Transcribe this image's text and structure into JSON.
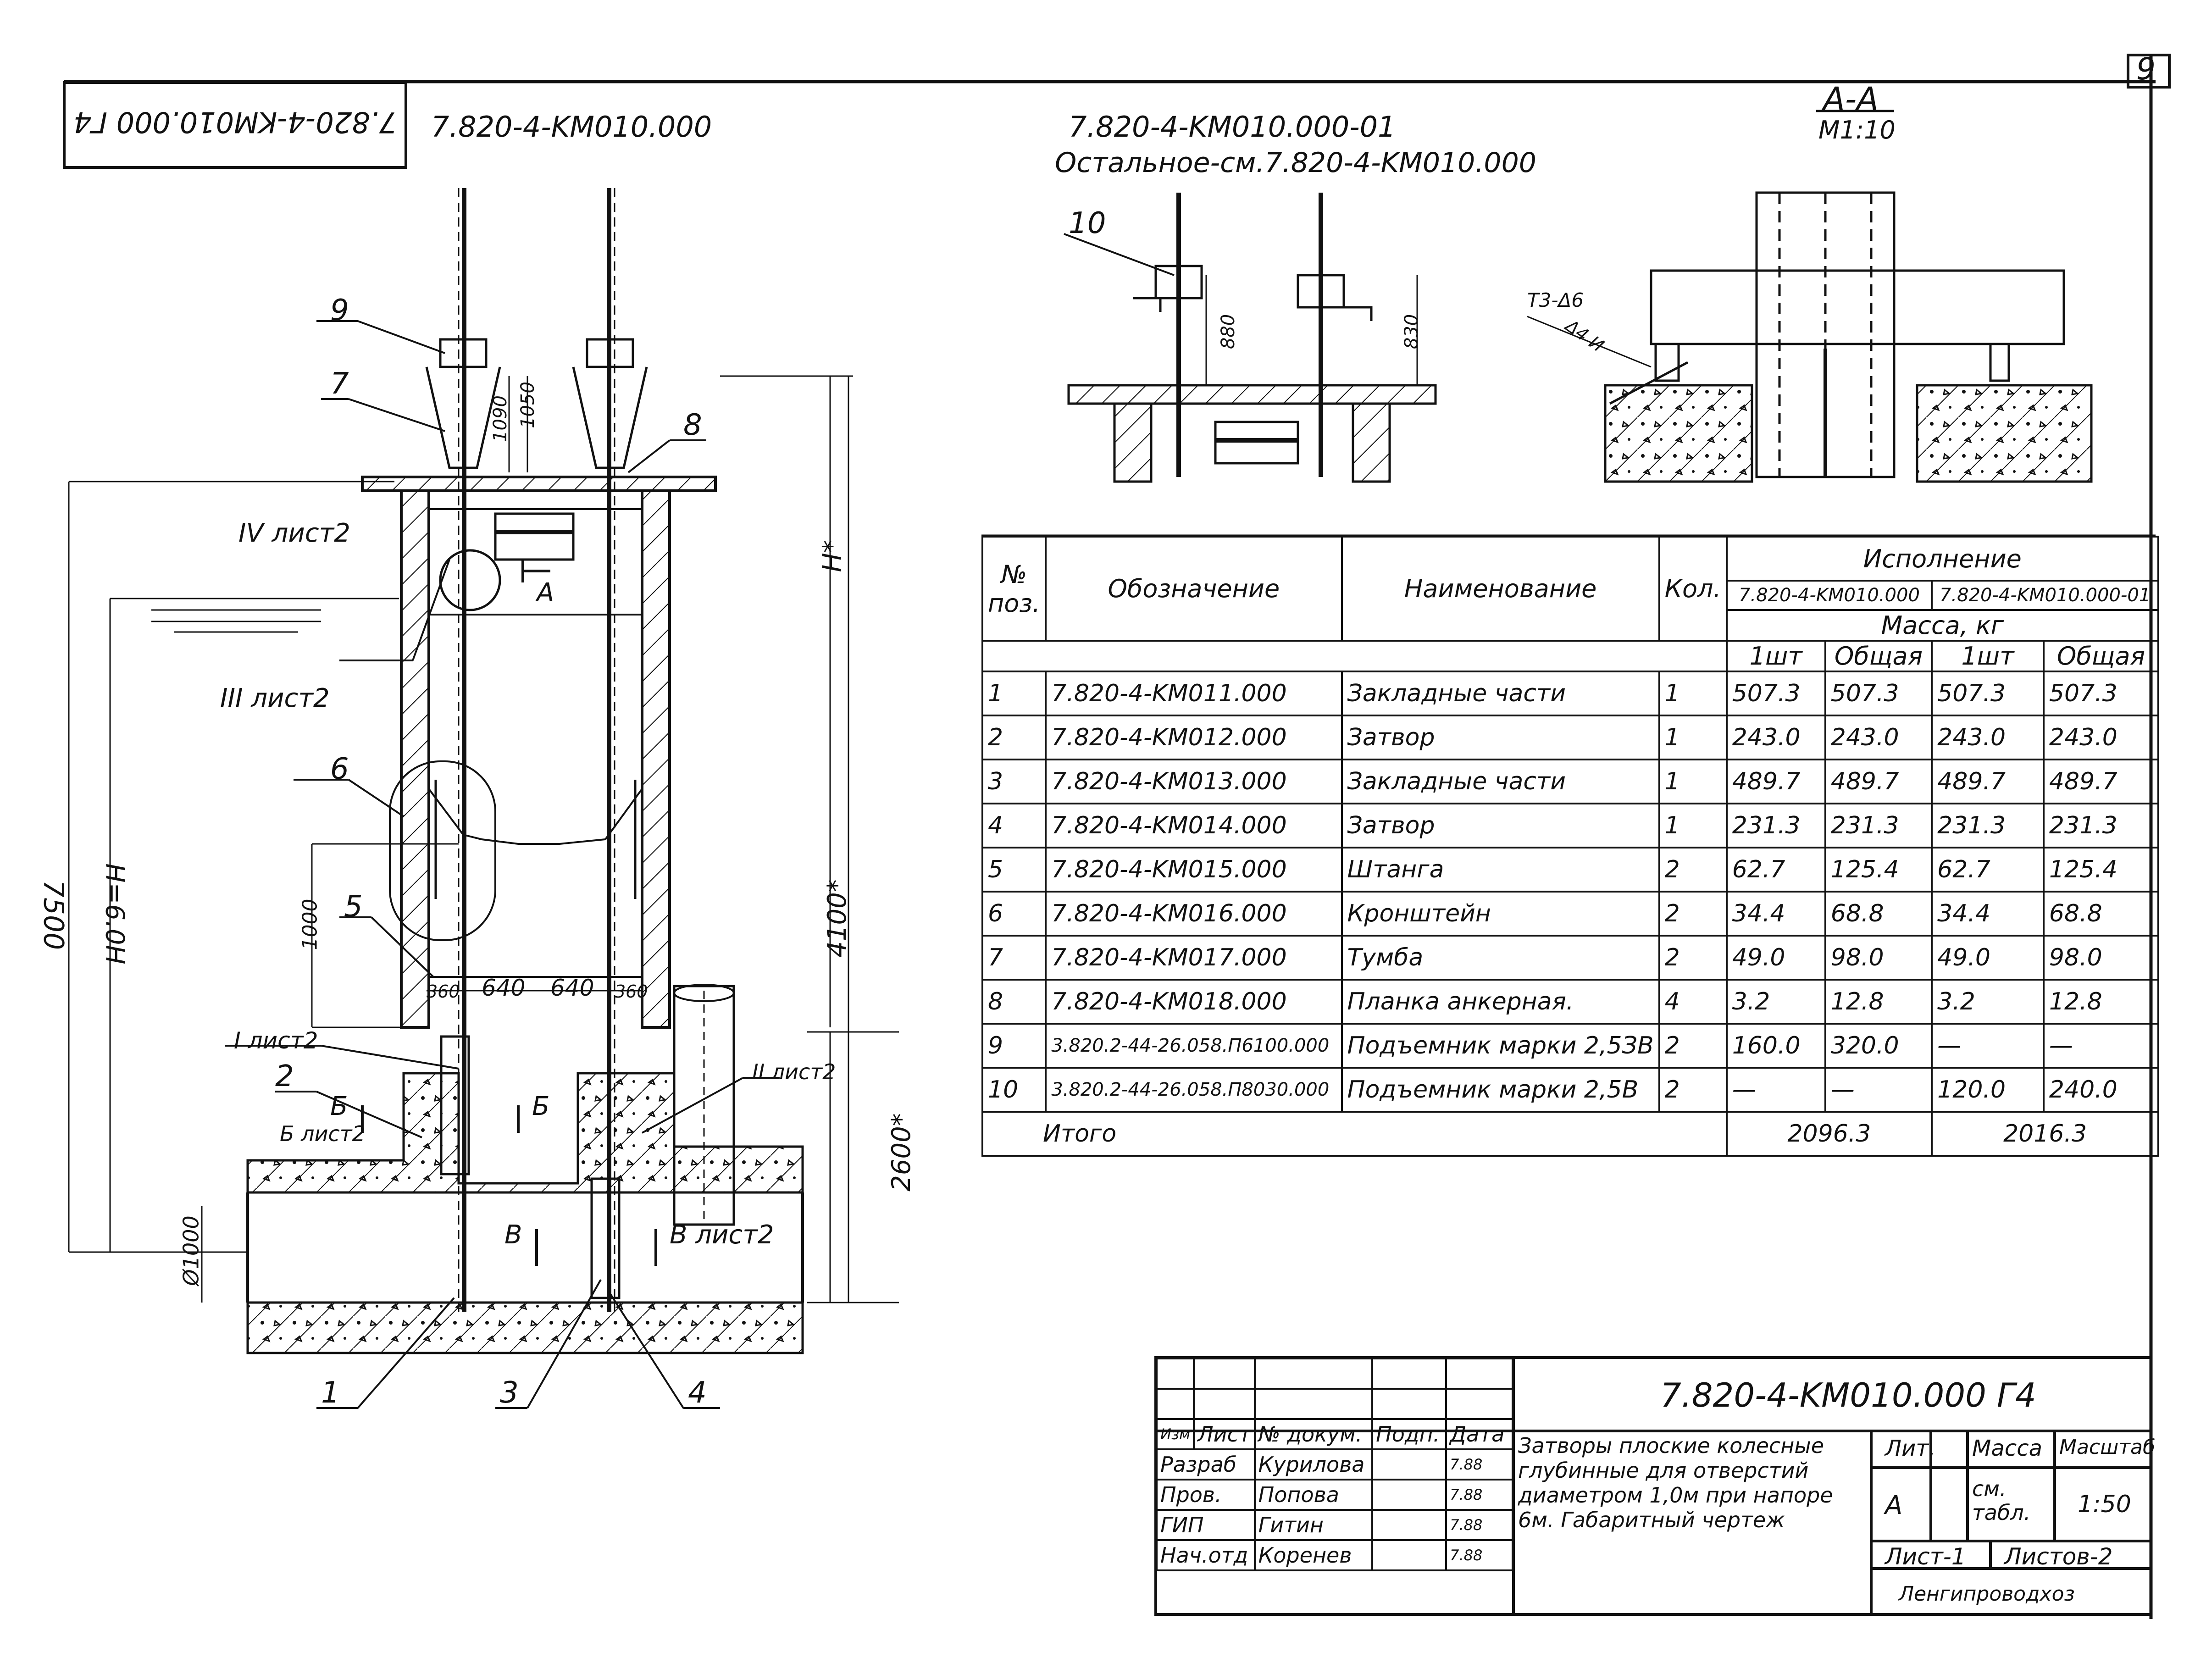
{
  "sheet_number": "9",
  "top_left_code": "7.820-4-KM010.000 Г4",
  "views": {
    "main_code": "7.820-4-KM010.000",
    "alt_code": "7.820-4-KM010.000-01",
    "alt_note": "Остальное-см.7.820-4-KM010.000",
    "section_title": "А-А",
    "section_scale": "M1:10",
    "section_label_left": "T3-Δ6",
    "section_label_left2": "Δ4 И"
  },
  "main_drawing": {
    "pos_labels": [
      "1",
      "2",
      "3",
      "4",
      "5",
      "6",
      "7",
      "8",
      "9",
      "10"
    ],
    "sheet_refs": {
      "iv": "IV лист2",
      "iii": "III лист2",
      "i": "I лист2",
      "ii": "II лист2",
      "b_ref": "Б лист2",
      "v_ref": "В лист2"
    },
    "cut_labels": {
      "a": "А",
      "b": "Б",
      "v": "В"
    },
    "dims": {
      "total_height": "7500",
      "head": "Н=6.0Н",
      "diameter": "Ø1000",
      "h_mark": "Н*",
      "d4100": "4100*",
      "d2600": "2600*",
      "d1000": "1000",
      "d1090": "1090",
      "d1050": "1050",
      "d880": "880",
      "d830": "830",
      "w360a": "360",
      "w640a": "640",
      "w640b": "640",
      "w360b": "360"
    }
  },
  "spec_table": {
    "headers": {
      "pos": "№ поз.",
      "designation": "Обозначение",
      "name": "Наименование",
      "qty": "Кол.",
      "execution": "Исполнение",
      "exec1": "7.820-4-KM010.000",
      "exec2": "7.820-4-KM010.000-01",
      "mass": "Масса, кг",
      "unit1": "1шт",
      "total1": "Общая",
      "unit2": "1шт",
      "total2": "Общая"
    },
    "rows": [
      {
        "pos": "1",
        "code": "7.820-4-KM011.000",
        "name": "Закладные части",
        "qty": "1",
        "u1": "507.3",
        "t1": "507.3",
        "u2": "507.3",
        "t2": "507.3"
      },
      {
        "pos": "2",
        "code": "7.820-4-KM012.000",
        "name": "Затвор",
        "qty": "1",
        "u1": "243.0",
        "t1": "243.0",
        "u2": "243.0",
        "t2": "243.0"
      },
      {
        "pos": "3",
        "code": "7.820-4-KM013.000",
        "name": "Закладные части",
        "qty": "1",
        "u1": "489.7",
        "t1": "489.7",
        "u2": "489.7",
        "t2": "489.7"
      },
      {
        "pos": "4",
        "code": "7.820-4-KM014.000",
        "name": "Затвор",
        "qty": "1",
        "u1": "231.3",
        "t1": "231.3",
        "u2": "231.3",
        "t2": "231.3"
      },
      {
        "pos": "5",
        "code": "7.820-4-KM015.000",
        "name": "Штанга",
        "qty": "2",
        "u1": "62.7",
        "t1": "125.4",
        "u2": "62.7",
        "t2": "125.4"
      },
      {
        "pos": "6",
        "code": "7.820-4-KM016.000",
        "name": "Кронштейн",
        "qty": "2",
        "u1": "34.4",
        "t1": "68.8",
        "u2": "34.4",
        "t2": "68.8"
      },
      {
        "pos": "7",
        "code": "7.820-4-KM017.000",
        "name": "Тумба",
        "qty": "2",
        "u1": "49.0",
        "t1": "98.0",
        "u2": "49.0",
        "t2": "98.0"
      },
      {
        "pos": "8",
        "code": "7.820-4-KM018.000",
        "name": "Планка анкерная.",
        "qty": "4",
        "u1": "3.2",
        "t1": "12.8",
        "u2": "3.2",
        "t2": "12.8"
      },
      {
        "pos": "9",
        "code": "3.820.2-44-26.058.П6100.000",
        "name": "Подъемник марки 2,5ЗВ",
        "qty": "2",
        "u1": "160.0",
        "t1": "320.0",
        "u2": "—",
        "t2": "—"
      },
      {
        "pos": "10",
        "code": "3.820.2-44-26.058.П8030.000",
        "name": "Подъемник марки 2,5В",
        "qty": "2",
        "u1": "—",
        "t1": "—",
        "u2": "120.0",
        "t2": "240.0"
      }
    ],
    "total_label": "Итого",
    "total1": "2096.3",
    "total2": "2016.3"
  },
  "title_block": {
    "code": "7.820-4-KM010.000 Г4",
    "description": "Затворы плоские колесные глубинные для отверстий диаметром 1,0м при напоре 6м. Габаритный чертеж",
    "head": {
      "izm": "Изм",
      "list": "Лист",
      "doc": "№ докум.",
      "sign": "Подп.",
      "date": "Дата"
    },
    "people": [
      {
        "role": "Разраб",
        "name": "Курилова",
        "date": "7.88"
      },
      {
        "role": "Пров.",
        "name": "Попова",
        "date": "7.88"
      },
      {
        "role": "ГИП",
        "name": "Гитин",
        "date": "7.88"
      },
      {
        "role": "Нач.отд",
        "name": "Коренев",
        "date": "7.88"
      }
    ],
    "lit_label": "Лит.",
    "mass_label": "Масса",
    "scale_label": "Масштаб",
    "lit_value": "А",
    "mass_value": "см. табл.",
    "scale_value": "1:50",
    "sheet": "Лист-1",
    "sheets": "Листов-2",
    "org": "Ленгипроводхоз"
  }
}
